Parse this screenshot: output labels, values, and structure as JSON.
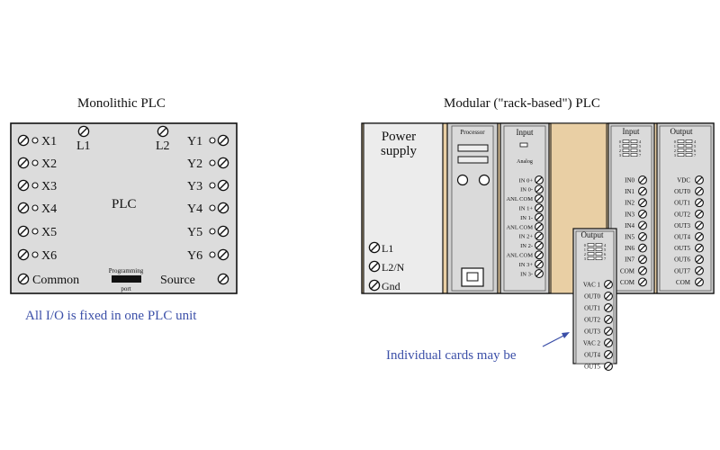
{
  "monolithic": {
    "title": "Monolithic PLC",
    "center_label": "PLC",
    "left_terminals": [
      "X1",
      "X2",
      "X3",
      "X4",
      "X5",
      "X6"
    ],
    "right_terminals": [
      "Y1",
      "Y2",
      "Y3",
      "Y4",
      "Y5",
      "Y6"
    ],
    "power_terminals": [
      "L1",
      "L2"
    ],
    "common_label": "Common",
    "source_label": "Source",
    "port_label_line1": "Programming",
    "port_label_line2": "port",
    "caption": "All I/O is fixed in one PLC unit"
  },
  "modular": {
    "title": "Modular (\"rack-based\") PLC",
    "power_supply_line1": "Power",
    "power_supply_line2": "supply",
    "power_terminals": [
      "L1",
      "L2/N",
      "Gnd"
    ],
    "processor_label": "Processor",
    "analog_card": {
      "title": "Input",
      "subtitle": "Analog",
      "terminals": [
        "IN 0+",
        "IN 0-",
        "ANL COM",
        "IN 1+",
        "IN 1-",
        "ANL COM",
        "IN 2+",
        "IN 2-",
        "ANL COM",
        "IN 3+",
        "IN 3-"
      ]
    },
    "input_card": {
      "title": "Input",
      "terminals": [
        "IN0",
        "IN1",
        "IN2",
        "IN3",
        "IN4",
        "IN5",
        "IN6",
        "IN7",
        "COM",
        "COM"
      ],
      "leds_left": [
        "0",
        "1",
        "2",
        "3"
      ],
      "leds_right": [
        "4",
        "5",
        "6",
        "7"
      ]
    },
    "output_card": {
      "title": "Output",
      "terminals": [
        "VDC",
        "OUT0",
        "OUT1",
        "OUT2",
        "OUT3",
        "OUT4",
        "OUT5",
        "OUT6",
        "OUT7",
        "COM"
      ],
      "leds_left": [
        "0",
        "1",
        "2",
        "3"
      ],
      "leds_right": [
        "4",
        "5",
        "6",
        "7"
      ]
    },
    "removed_card": {
      "title": "Output",
      "terminals": [
        "VAC 1",
        "OUT0",
        "OUT1",
        "OUT2",
        "OUT3",
        "VAC 2",
        "OUT4",
        "OUT5"
      ],
      "leds_left": [
        "0",
        "1",
        "2",
        "3"
      ],
      "leds_right": [
        "4",
        "5",
        "6",
        "7"
      ]
    },
    "caption": "Individual cards may be"
  },
  "colors": {
    "module_gray": "#d9d9d9",
    "rack_tan": "#e9cfa4",
    "caption_blue": "#3b4fa8"
  }
}
